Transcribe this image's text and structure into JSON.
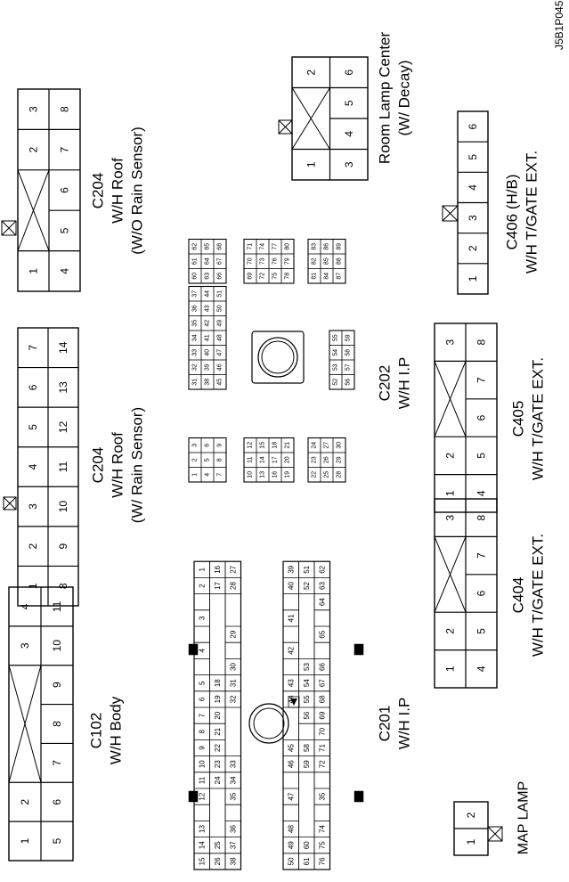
{
  "figure_code": "J5B1P045",
  "labels": [
    {
      "id": "c102",
      "lines": [
        "C102",
        "W/H Body"
      ]
    },
    {
      "id": "map-lamp",
      "lines": [
        "MAP LAMP"
      ]
    },
    {
      "id": "c204-rain",
      "lines": [
        "C204",
        "W/H Roof",
        "(W/ Rain Sensor)"
      ]
    },
    {
      "id": "c204-norain",
      "lines": [
        "C204",
        "W/H Roof",
        "(W/O Rain Sensor)"
      ]
    },
    {
      "id": "c201",
      "lines": [
        "C201",
        "W/H I.P"
      ]
    },
    {
      "id": "c202",
      "lines": [
        "C202",
        "W/H I.P"
      ]
    },
    {
      "id": "c404",
      "lines": [
        "C404",
        "W/H T/GATE EXT."
      ]
    },
    {
      "id": "c405",
      "lines": [
        "C405",
        "W/H T/GATE EXT."
      ]
    },
    {
      "id": "c406",
      "lines": [
        "C406 (H/B)",
        "W/H T/GATE EXT."
      ]
    },
    {
      "id": "room-lamp",
      "lines": [
        "Room Lamp Center",
        "(W/ Decay)"
      ]
    }
  ],
  "connectors": {
    "c102": {
      "row_top": [
        "1",
        "2",
        "",
        "3",
        "4"
      ],
      "row_bottom": [
        "5",
        "6",
        "7",
        "8",
        "9",
        "10",
        "11"
      ]
    },
    "map_lamp": {
      "pins": [
        "1",
        "2"
      ]
    },
    "c204_rain": {
      "row_top": [
        "1",
        "2",
        "3",
        "4",
        "5",
        "6",
        "7"
      ],
      "row_bottom": [
        "8",
        "9",
        "10",
        "11",
        "12",
        "13",
        "14"
      ]
    },
    "c204_norain": {
      "row_top": [
        "1",
        "",
        "2",
        "3"
      ],
      "row_bottom": [
        "4",
        "5",
        "6",
        "7",
        "8"
      ]
    },
    "c404": {
      "row_top": [
        "1",
        "2",
        "",
        "3"
      ],
      "row_bottom": [
        "4",
        "5",
        "6",
        "7",
        "8"
      ]
    },
    "c405": {
      "row_top": [
        "1",
        "2",
        "",
        "3"
      ],
      "row_bottom": [
        "4",
        "5",
        "6",
        "7",
        "8"
      ]
    },
    "c406": {
      "pins": [
        "1",
        "2",
        "3",
        "4",
        "5",
        "6"
      ]
    },
    "room_lamp": {
      "row_top": [
        "1",
        "",
        "2"
      ],
      "row_bottom": [
        "3",
        "4",
        "5",
        "6"
      ]
    },
    "c202": {
      "blocks": [
        {
          "rows": [
            [
              "1",
              "2",
              "3"
            ],
            [
              "4",
              "5",
              "6"
            ],
            [
              "7",
              "8",
              "9"
            ]
          ]
        },
        {
          "rows": [
            [
              "10",
              "11",
              "12"
            ],
            [
              "13",
              "14",
              "15"
            ],
            [
              "16",
              "17",
              "18"
            ],
            [
              "19",
              "20",
              "21"
            ]
          ]
        },
        {
          "rows": [
            [
              "22",
              "23",
              "24"
            ],
            [
              "25",
              "26",
              "27"
            ],
            [
              "28",
              "29",
              "30"
            ]
          ]
        },
        {
          "rows": [
            [
              "31",
              "32",
              "33",
              "34",
              "35",
              "36",
              "37"
            ],
            [
              "38",
              "39",
              "40",
              "41",
              "42",
              "43",
              "44"
            ],
            [
              "45",
              "46",
              "47",
              "48",
              "49",
              "50",
              "51"
            ]
          ]
        },
        {
          "rows": [
            [
              "52",
              "53",
              "54",
              "55"
            ],
            [
              "56",
              "57",
              "58",
              "59"
            ]
          ]
        },
        {
          "rows": [
            [
              "60",
              "61",
              "62"
            ],
            [
              "63",
              "64",
              "65"
            ],
            [
              "66",
              "67",
              "68"
            ]
          ]
        },
        {
          "rows": [
            [
              "69",
              "70",
              "71"
            ],
            [
              "72",
              "73",
              "74"
            ],
            [
              "75",
              "76",
              "77"
            ],
            [
              "78",
              "79",
              "80"
            ]
          ]
        },
        {
          "rows": [
            [
              "81",
              "82",
              "83"
            ],
            [
              "84",
              "85",
              "86"
            ],
            [
              "87",
              "88",
              "89"
            ]
          ]
        }
      ]
    },
    "c201": {
      "left": [
        [
          "15",
          "14",
          "13",
          "",
          "12",
          "11",
          "10",
          "9",
          "8",
          "7",
          "6",
          "5",
          "",
          "4",
          "",
          "3",
          "",
          "2",
          "1"
        ],
        [
          "26",
          "25",
          "",
          "",
          "",
          "24",
          "23",
          "22",
          "21",
          "20",
          "19",
          "18",
          "",
          "",
          "",
          "",
          "",
          "17",
          "16"
        ],
        [
          "38",
          "37",
          "36",
          "",
          "35",
          "34",
          "33",
          "",
          "",
          "",
          "32",
          "31",
          "30",
          "",
          "29",
          "",
          "",
          "28",
          "27"
        ]
      ],
      "right": [
        [
          "50",
          "49",
          "48",
          "",
          "47",
          "",
          "46",
          "45",
          "",
          "",
          "44",
          "43",
          "",
          "42",
          "",
          "41",
          "",
          "40",
          "39"
        ],
        [
          "61",
          "60",
          "",
          "",
          "",
          "",
          "59",
          "58",
          "",
          "56",
          "55",
          "54",
          "53",
          "",
          "",
          "",
          "",
          "52",
          "51"
        ],
        [
          "76",
          "75",
          "74",
          "",
          "35",
          "",
          "72",
          "71",
          "70",
          "69",
          "68",
          "67",
          "66",
          "",
          "65",
          "",
          "64",
          "63",
          "62"
        ]
      ]
    }
  }
}
